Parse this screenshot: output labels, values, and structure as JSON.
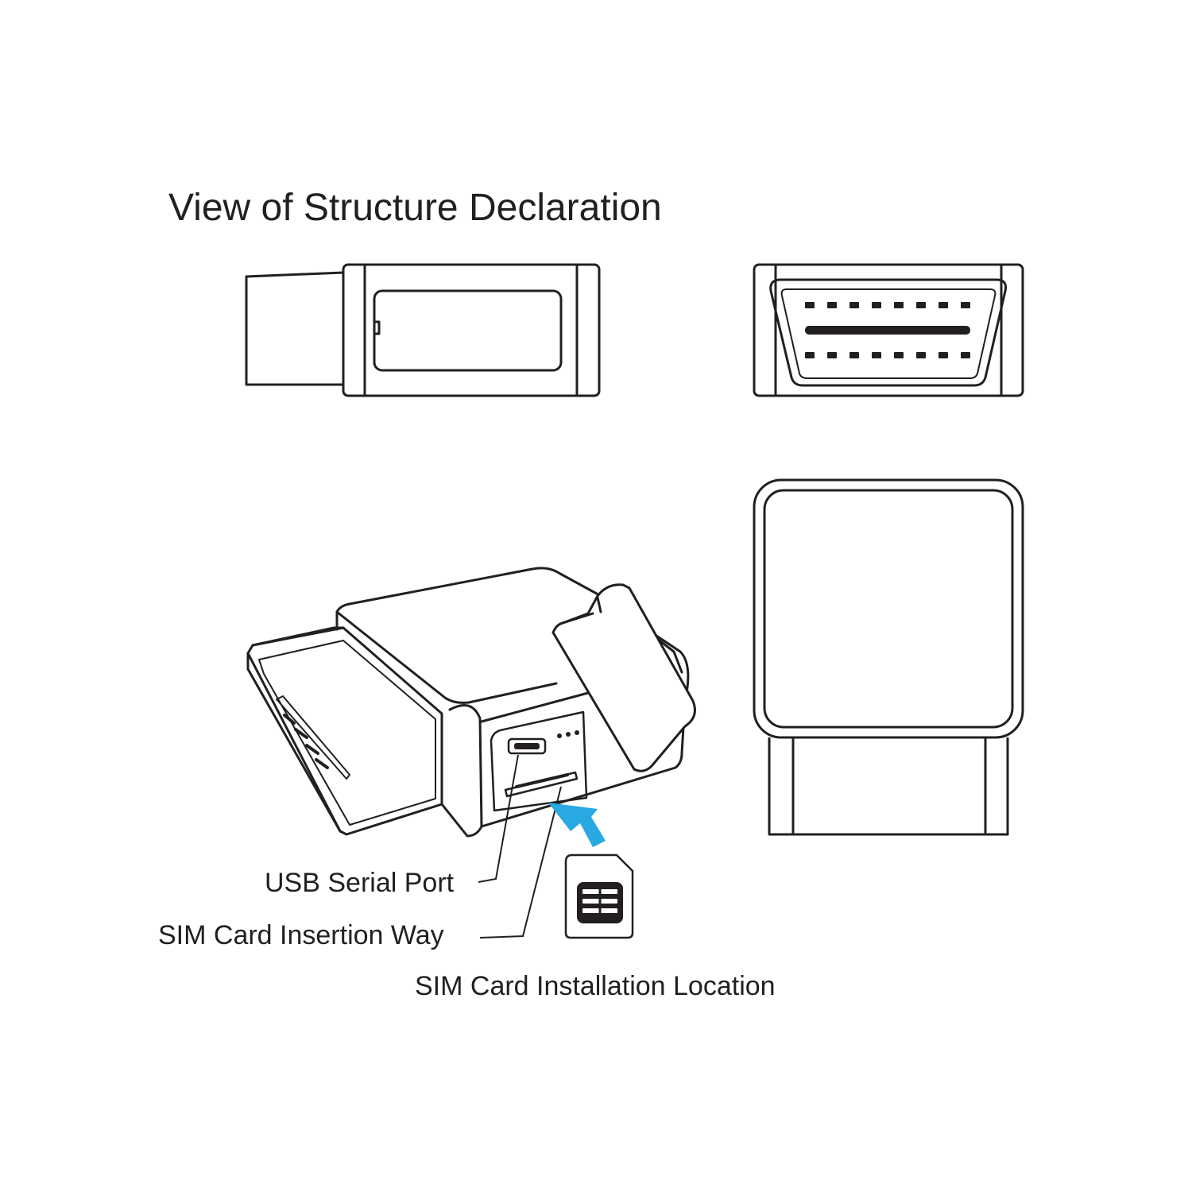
{
  "title": "View of Structure Declaration",
  "labels": {
    "usb_serial_port": "USB Serial Port",
    "sim_insertion_way": "SIM Card Insertion Way",
    "sim_installation_location": "SIM Card Installation Location"
  },
  "colors": {
    "line": "#231f20",
    "arrow": "#29a9e1",
    "background": "#ffffff"
  },
  "icons": {
    "sim_card": "sim-card-icon",
    "arrow": "insertion-arrow-icon"
  }
}
